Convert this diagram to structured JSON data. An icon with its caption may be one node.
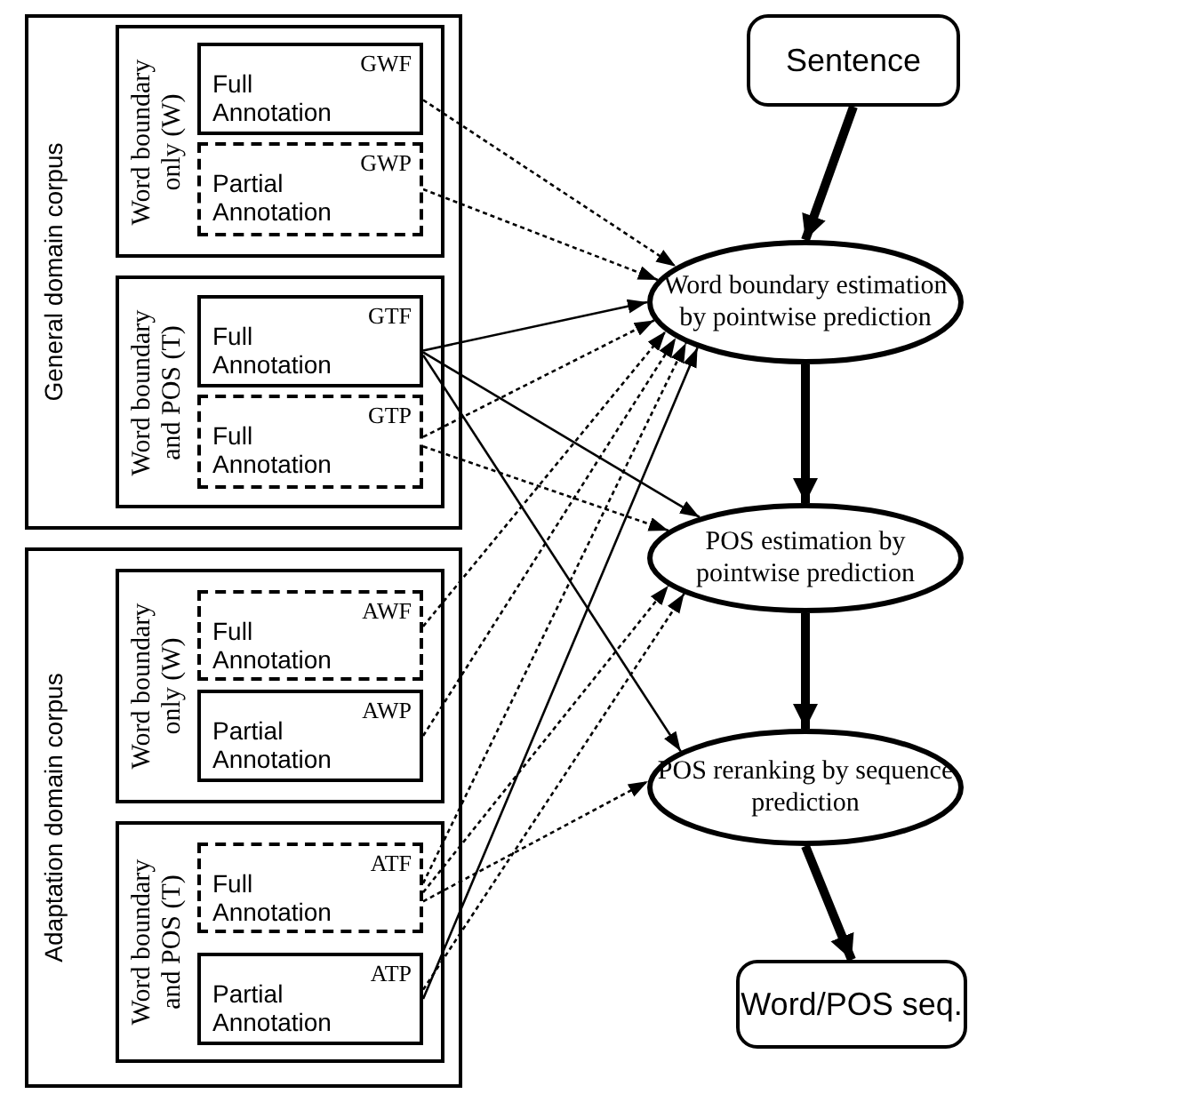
{
  "diagram": {
    "nodes": [
      {
        "text": [
          "General domain corpus"
        ]
      },
      {
        "text": [
          "Word boundary only (W)"
        ],
        "in": 0
      },
      {
        "text": [
          "Full Annotation",
          "GWF"
        ],
        "in": 1
      },
      {
        "text": [
          "Partial Annotation",
          "GWP"
        ],
        "in": 1
      },
      {
        "text": [
          "Word boundary and POS (T)"
        ],
        "in": 0
      },
      {
        "text": [
          "Full Annotation",
          "GTF"
        ],
        "in": 4
      },
      {
        "text": [
          "Full Annotation",
          "GTP"
        ],
        "in": 4
      },
      {
        "text": [
          "Adaptation domain corpus"
        ]
      },
      {
        "text": [
          "Word boundary only (W)"
        ],
        "in": 7
      },
      {
        "text": [
          "Full Annotation",
          "AWF"
        ],
        "in": 8
      },
      {
        "text": [
          "Partial Annotation",
          "AWP"
        ],
        "in": 8
      },
      {
        "text": [
          "Word boundary and POS (T)"
        ],
        "in": 7
      },
      {
        "text": [
          "Full Annotation",
          "ATF"
        ],
        "in": 11
      },
      {
        "text": [
          "Partial Annotation",
          "ATP"
        ],
        "in": 11
      },
      {
        "text": [
          "Sentence"
        ]
      },
      {
        "text": [
          "Word boundary estimation by pointwise prediction"
        ]
      },
      {
        "text": [
          "POS estimation by pointwise prediction"
        ]
      },
      {
        "text": [
          "POS reranking by sequence prediction"
        ]
      },
      {
        "text": [
          "Word/POS seq."
        ]
      }
    ],
    "edges": [
      {
        "from": 14,
        "to": 15,
        "arrow": "to",
        "style": "thick"
      },
      {
        "from": 15,
        "to": 16,
        "arrow": "to",
        "style": "thick"
      },
      {
        "from": 16,
        "to": 17,
        "arrow": "to",
        "style": "thick"
      },
      {
        "from": 17,
        "to": 18,
        "arrow": "to",
        "style": "thick"
      },
      {
        "from": 2,
        "to": 15,
        "arrow": "to",
        "style": "dashed"
      },
      {
        "from": 3,
        "to": 15,
        "arrow": "to",
        "style": "dashed"
      },
      {
        "from": 5,
        "to": 15,
        "arrow": "to"
      },
      {
        "from": 5,
        "to": 16,
        "arrow": "to"
      },
      {
        "from": 5,
        "to": 17,
        "arrow": "to"
      },
      {
        "from": 6,
        "to": 15,
        "arrow": "to",
        "style": "dashed"
      },
      {
        "from": 6,
        "to": 16,
        "arrow": "to",
        "style": "dashed"
      },
      {
        "from": 9,
        "to": 15,
        "arrow": "to",
        "style": "dashed"
      },
      {
        "from": 10,
        "to": 15,
        "arrow": "to",
        "style": "dashed"
      },
      {
        "from": 12,
        "to": 15,
        "arrow": "to",
        "style": "dashed"
      },
      {
        "from": 12,
        "to": 16,
        "arrow": "to",
        "style": "dashed"
      },
      {
        "from": 12,
        "to": 17,
        "arrow": "to",
        "style": "dashed"
      },
      {
        "from": 13,
        "to": 15,
        "arrow": "to"
      },
      {
        "from": 13,
        "to": 16,
        "arrow": "to",
        "style": "dashed"
      }
    ]
  }
}
